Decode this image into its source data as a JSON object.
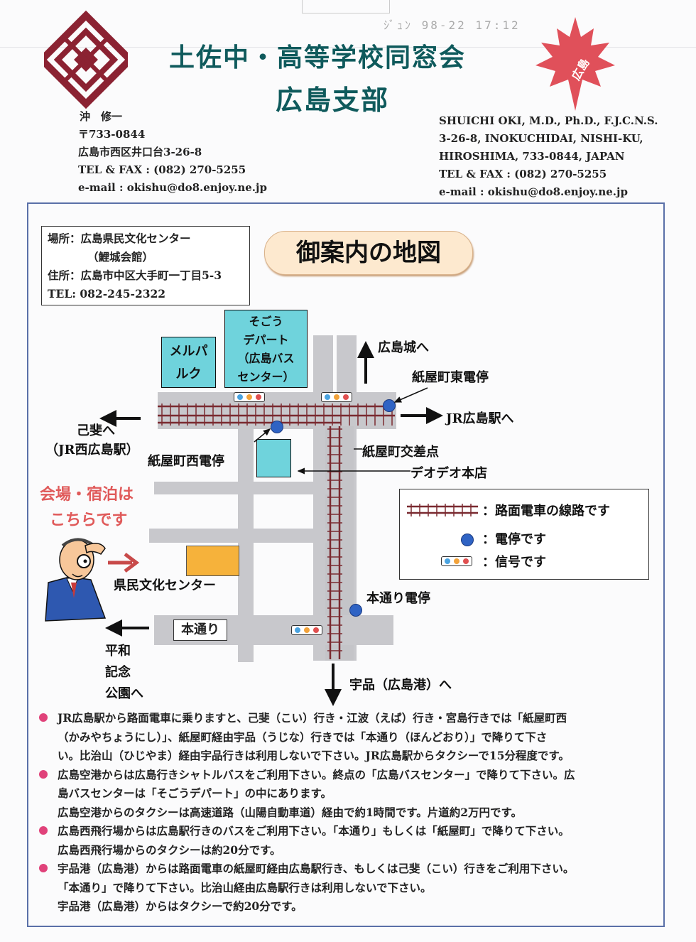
{
  "header": {
    "title_line1": "土佐中・高等学校同窓会",
    "title_line2": "広島支部",
    "maple_label": "広島",
    "jp_address": [
      "沖　修一",
      "〒733-0844",
      "広島市西区井口台3-26-8",
      "TEL & FAX : (082) 270-5255",
      "e-mail : okishu@do8.enjoy.ne.jp"
    ],
    "en_address": [
      "SHUICHI OKI, M.D., Ph.D., F.J.C.N.S.",
      "3-26-8, INOKUCHIDAI, NISHI-KU,",
      "HIROSHIMA, 733-0844, JAPAN",
      "TEL & FAX : (082) 270-5255",
      "e-mail : okishu@do8.enjoy.ne.jp"
    ],
    "fax_header": "ｼﾞｭﾝ 98-22 17:12"
  },
  "info": {
    "place": "場所：広島県民文化センター",
    "place_sub": "（鯉城会館）",
    "address": "住所：広島市中区大手町一丁目5-3",
    "tel": "TEL: 082-245-2322"
  },
  "map": {
    "banner": "御案内の地図",
    "buildings": {
      "merpa": [
        "メルパ",
        "ルク"
      ],
      "sogo": [
        "そごう",
        "デパート",
        "（広島バス",
        "センター）"
      ]
    },
    "labels": {
      "castle": "広島城へ",
      "east_stop": "紙屋町東電停",
      "jr_station": "JR広島駅へ",
      "koi": "己斐へ",
      "jr_nishi": "（JR西広島駅）",
      "west_stop": "紙屋町西電停",
      "crossing": "紙屋町交差点",
      "deodeo": "デオデオ本店",
      "venue_line1": "会場・宿泊は",
      "venue_line2": "こちらです",
      "bunka_center": "県民文化センター",
      "hondori_stop": "本通り電停",
      "hondori": "本通り",
      "heiwa": [
        "平和",
        "記念",
        "公園へ"
      ],
      "ujina": "宇品（広島港）へ"
    },
    "legend": {
      "track": "：路面電車の線路です",
      "stop": "：電停です",
      "signal": "：信号です"
    }
  },
  "notes": [
    [
      "JR広島駅から路面電車に乗りますと、己斐（こい）行き・江波（えば）行き・宮島行きでは「紙屋町西",
      "（かみやちょうにし）」、紙屋町経由宇品（うじな）行きでは「本通り（ほんどおり）」で降りて下さ",
      "い。比治山（ひじやま）経由宇品行きは利用しないで下さい。JR広島駅からタクシーで15分程度です。"
    ],
    [
      "広島空港からは広島行きシャトルバスをご利用下さい。終点の「広島バスセンター」で降りて下さい。広",
      "島バスセンターは「そごうデパート」の中にあります。",
      "広島空港からのタクシーは高速道路（山陽自動車道）経由で約1時間です。片道約2万円です。"
    ],
    [
      "広島西飛行場からは広島駅行きのバスをご利用下さい。「本通り」もしくは「紙屋町」で降りて下さい。",
      "広島西飛行場からのタクシーは約20分です。"
    ],
    [
      "宇品港（広島港）からは路面電車の紙屋町経由広島駅行き、もしくは己斐（こい）行きをご利用下さい。",
      "「本通り」で降りて下さい。比治山経由広島駅行きは利用しないで下さい。",
      "宇品港（広島港）からはタクシーで約20分です。"
    ]
  ],
  "colors": {
    "title": "#0f5a5c",
    "logo": "#8b2232",
    "maple": "#e0505a",
    "venue_text": "#e05a5a",
    "track": "#7a2a30",
    "stop": "#2f63c4",
    "building": "#6fd3dc",
    "venue_building": "#f6b23b",
    "bullet": "#e0427a"
  }
}
